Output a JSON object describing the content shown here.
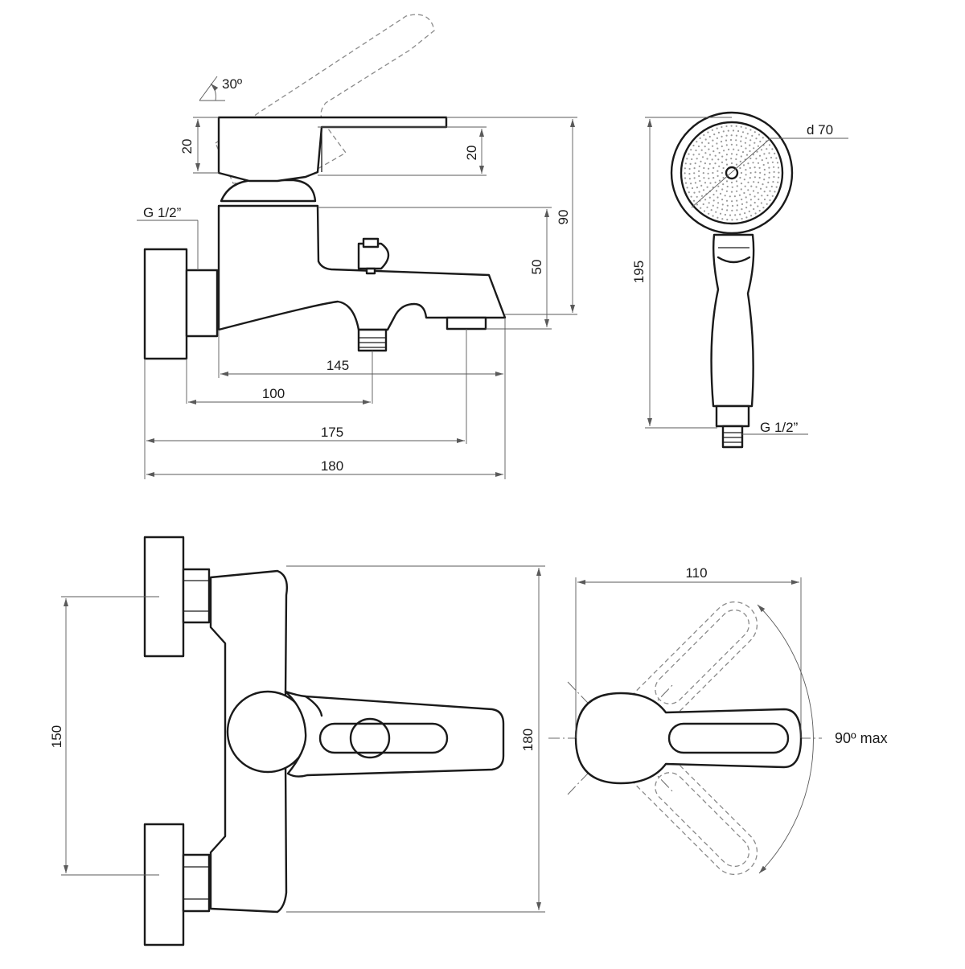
{
  "drawing": {
    "side_view": {
      "lever_angle": "30º",
      "lever_height_left": "20",
      "lever_height_right": "20",
      "connection_thread": "G 1/2”",
      "height_overall": "90",
      "height_body": "50",
      "dim_145": "145",
      "dim_100": "100",
      "dim_175": "175",
      "dim_180": "180"
    },
    "hand_shower": {
      "head_diameter": "d 70",
      "length": "195",
      "connection_thread": "G 1/2”"
    },
    "top_view": {
      "inlet_spacing": "150",
      "width": "180"
    },
    "lever_detail": {
      "handle_length": "110",
      "rotation": "90º max"
    }
  }
}
